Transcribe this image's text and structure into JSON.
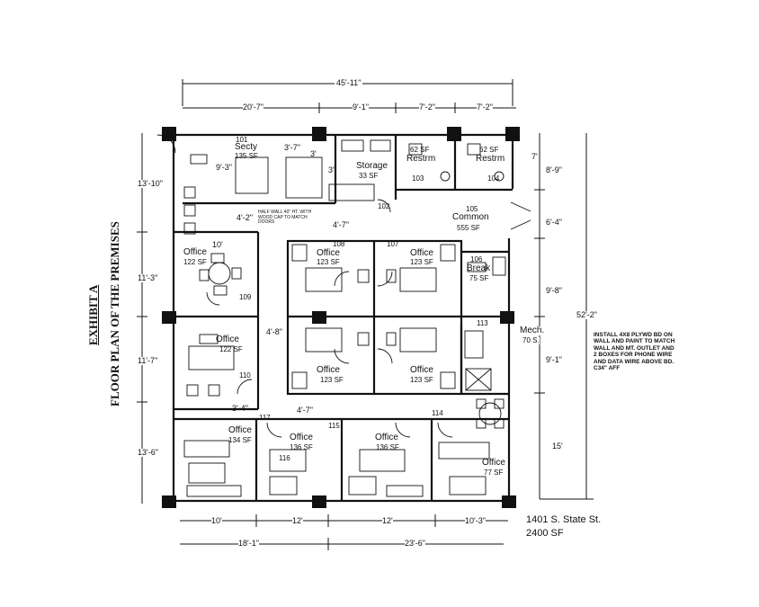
{
  "exhibit": {
    "label": "EXHIBIT A",
    "title": "FLOOR PLAN OF THE PREMISES"
  },
  "address": {
    "street": "1401 S. State St.",
    "area": "2400 SF"
  },
  "install_note": "INSTALL 4X8 PLYWD BD ON WALL AND PAINT TO MATCH WALL AND MT. OUTLET AND 2 BOXES FOR PHONE WIRE AND DATA WIRE ABOVE BD. C34\" AFF",
  "half_wall_note": "HALF WALL 40\" HT. WITH WOOD CAP TO MATCH DOORS",
  "dimensions": {
    "overall_width": "45'-11\"",
    "top_segments": [
      "20'-7\"",
      "9'-1\"",
      "7'-2\"",
      "7'-2\""
    ],
    "left_segments": [
      "13'-10\"",
      "11'-3\"",
      "11'-7\"",
      "13'-6\""
    ],
    "right_segments": [
      "8'-9\"",
      "6'-4\"",
      "9'-8\"",
      "9'-1\"",
      "15'"
    ],
    "right_total": "52'-2\"",
    "bottom_row1": [
      "10'",
      "12'",
      "12'",
      "10'-3\""
    ],
    "bottom_row2": [
      "18'-1\"",
      "23'-6\""
    ],
    "inner": [
      "9'-3\"",
      "3'-7\"",
      "3'",
      "4'-2\"",
      "4'-7\"",
      "4'-8\"",
      "4'-7\"",
      "3'-4\"",
      "3'",
      "10'",
      "7'"
    ]
  },
  "rooms": {
    "secty": {
      "number": "101",
      "name": "Secty",
      "area": "135 SF"
    },
    "storage": {
      "name": "Storage",
      "area": "33 SF"
    },
    "restrm_103": {
      "number": "103",
      "name": "Restrm",
      "area": "62 SF"
    },
    "restrm_104": {
      "number": "104",
      "name": "Restrm",
      "area": "62 SF"
    },
    "common": {
      "number": "105",
      "name": "Common",
      "area": "555 SF"
    },
    "office_108": {
      "number": "108",
      "name": "Office",
      "area": "123 SF"
    },
    "office_107": {
      "number": "107",
      "name": "Office",
      "area": "123 SF"
    },
    "office_122": {
      "name": "Office",
      "area": "122 SF"
    },
    "office_w": {
      "name": "Office",
      "area": "122 SF"
    },
    "office_c1": {
      "name": "Office",
      "area": "123 SF"
    },
    "office_c2": {
      "name": "Office",
      "area": "123 SF"
    },
    "break": {
      "number": "106",
      "name": "Break",
      "area": "75 SF"
    },
    "mech": {
      "name": "Mech.",
      "area": "70 S."
    },
    "office_134": {
      "name": "Office",
      "area": "134 SF"
    },
    "office_136a": {
      "name": "Office",
      "area": "136 SF"
    },
    "office_136b": {
      "name": "Office",
      "area": "136 SF"
    },
    "office_77": {
      "name": "Office",
      "area": "77 SF"
    }
  },
  "tags": [
    "102",
    "109",
    "110",
    "113",
    "114",
    "115",
    "116",
    "117"
  ]
}
